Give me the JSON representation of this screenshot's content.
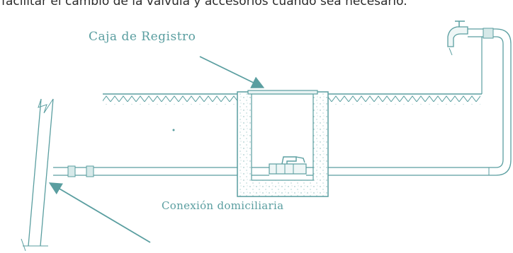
{
  "page": {
    "top_text": "facilitar el cambio de la válvula y accesorios cuando sea necesario."
  },
  "labels": {
    "caja_registro": "Caja de Registro",
    "conexion_domiciliaria": "Conexión domiciliaria"
  },
  "colors": {
    "line": "#5a9ea0",
    "fill_light": "#f4fafa",
    "background": "#ffffff",
    "text_dark": "#2a2a2a"
  }
}
